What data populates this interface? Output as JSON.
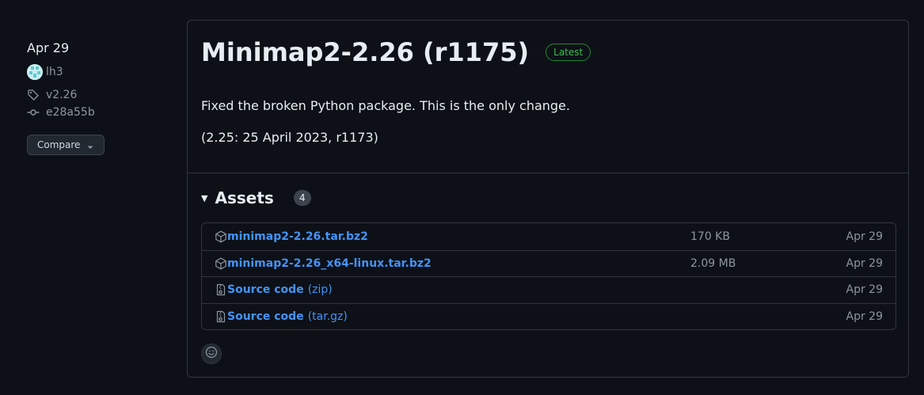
{
  "sidebar": {
    "date": "Apr 29",
    "author": "lh3",
    "tag": "v2.26",
    "commit": "e28a55b",
    "compare_label": "Compare",
    "icons": {
      "tag": "tag-icon",
      "commit": "git-commit-icon",
      "caret": "triangle-down-icon"
    }
  },
  "release": {
    "title": "Minimap2-2.26 (r1175)",
    "badge": "Latest",
    "body": [
      "Fixed the broken Python package. This is the only change.",
      "(2.25: 25 April 2023, r1173)"
    ]
  },
  "assets": {
    "title": "Assets",
    "count": "4",
    "items": [
      {
        "name": "minimap2-2.26.tar.bz2",
        "suffix": "",
        "size": "170 KB",
        "date": "Apr 29",
        "icon": "package-icon"
      },
      {
        "name": "minimap2-2.26_x64-linux.tar.bz2",
        "suffix": "",
        "size": "2.09 MB",
        "date": "Apr 29",
        "icon": "package-icon"
      },
      {
        "name": "Source code",
        "suffix": "(zip)",
        "size": "",
        "date": "Apr 29",
        "icon": "file-zip-icon"
      },
      {
        "name": "Source code",
        "suffix": "(tar.gz)",
        "size": "",
        "date": "Apr 29",
        "icon": "file-zip-icon"
      }
    ]
  },
  "colors": {
    "background": "#0d1117",
    "link": "#4493f8",
    "badge_green": "#3fb950",
    "border": "#30363d",
    "muted": "#8d96a0"
  }
}
